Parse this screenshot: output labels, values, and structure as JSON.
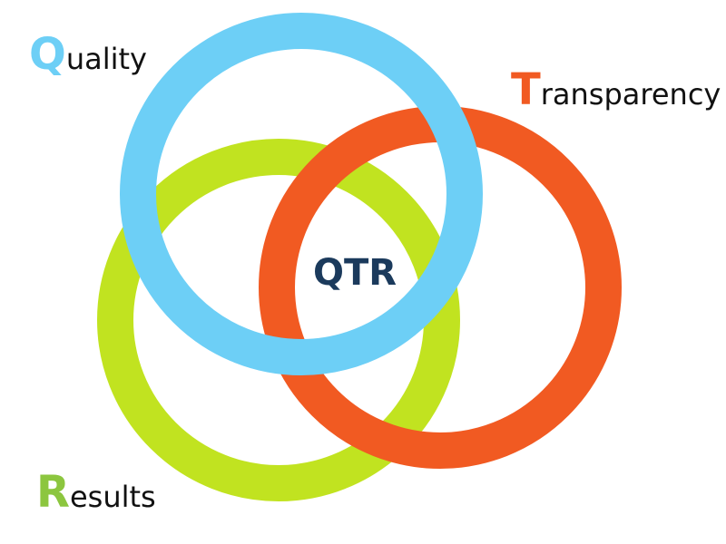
{
  "diagram": {
    "center_label": "QTR",
    "center_color": "#1b3a5c",
    "rings": [
      {
        "name": "Quality",
        "color": "#6dcff6"
      },
      {
        "name": "Transparency",
        "color": "#f15a22"
      },
      {
        "name": "Results",
        "color": "#c1e320"
      }
    ],
    "labels": {
      "quality": {
        "initial": "Q",
        "rest": "uality",
        "initial_color": "#6dcff6"
      },
      "transparency": {
        "initial": "T",
        "rest": "ransparency",
        "initial_color": "#f15a22"
      },
      "results": {
        "initial": "R",
        "rest": "esults",
        "initial_color": "#8cc63f"
      }
    }
  }
}
